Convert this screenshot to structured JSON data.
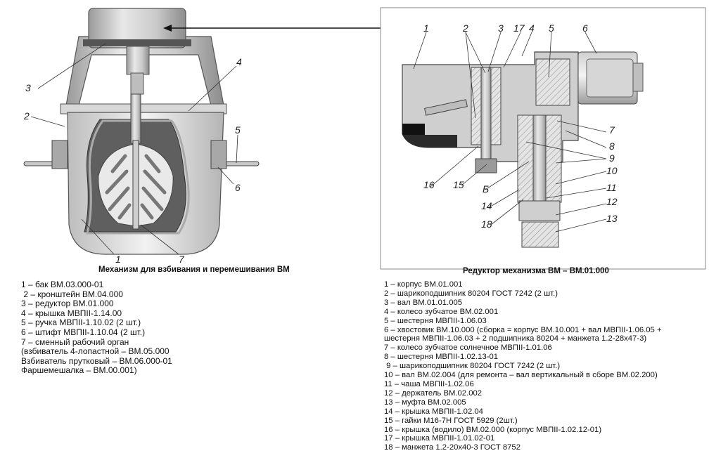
{
  "left_figure": {
    "caption": "Механизм для взбивания и перемешивания ВМ",
    "callouts": [
      "1",
      "2",
      "3",
      "4",
      "5",
      "6",
      "7"
    ]
  },
  "right_figure": {
    "caption_prefix": "Редуктор механизма ВМ – ",
    "caption_code": "ВМ.01.000",
    "callouts": [
      "1",
      "2",
      "3",
      "17",
      "4",
      "5",
      "6",
      "7",
      "8",
      "9",
      "10",
      "11",
      "12",
      "13",
      "14",
      "15",
      "16",
      "Б",
      "18"
    ]
  },
  "left_parts": [
    "1 – бак ВМ.03.000-01",
    " 2 – кронштейн ВМ.04.000",
    "3 – редуктор ВМ.01.000",
    "4 – крышка МВПII-1.14.00",
    "5 – ручка МВПII-1.10.02 (2 шт.)",
    "6 – штифт МВПII-1.10.04 (2 шт.)",
    "7 – сменный рабочий орган",
    "(взбиватель 4-лопастной – ВМ.05.000",
    "Взбиватель прутковый – ВМ.06.000-01",
    "Фаршемешалка – ВМ.00.001)"
  ],
  "right_parts": [
    "1 – корпус ВМ.01.001",
    "2 – шарикоподшипник 80204 ГОСТ 7242 (2 шт.)",
    "3 – вал ВМ.01.01.005",
    "4 – колесо зубчатое ВМ.02.001",
    "5 – шестерня МВПII-1.06.03",
    "6 – хвостовик ВМ.10.000 (сборка = корпус ВМ.10.001 + вал МВПII-1.06.05 +",
    "шестерня МВПII-1.06.03 + 2 подшипника 80204 + манжета 1.2-28х47-3)",
    "7 – колесо зубчатое солнечное МВПII-1.01.06",
    "8 – шестерня МВПII-1.02.13-01",
    " 9 – шарикоподшипник 80204 ГОСТ 7242 (2 шт.)",
    "10 – вал ВМ.02.004 (для ремонта – вал вертикальный в сборе ВМ.02.200)",
    "11 – чаша МВПII-1.02.06",
    "12 – держатель ВМ.02.002",
    "13 – муфта ВМ.02.005",
    "14 – крышка МВПII-1.02.04",
    "15 – гайки М16-7Н ГОСТ 5929 (2шт.)",
    "16 – крышка (водило) ВМ.02.000 (корпус МВПII-1.02.12-01)",
    "17 – крышка МВПII-1.01.02-01",
    "18 – манжета 1.2-20х40-3 ГОСТ 8752"
  ]
}
